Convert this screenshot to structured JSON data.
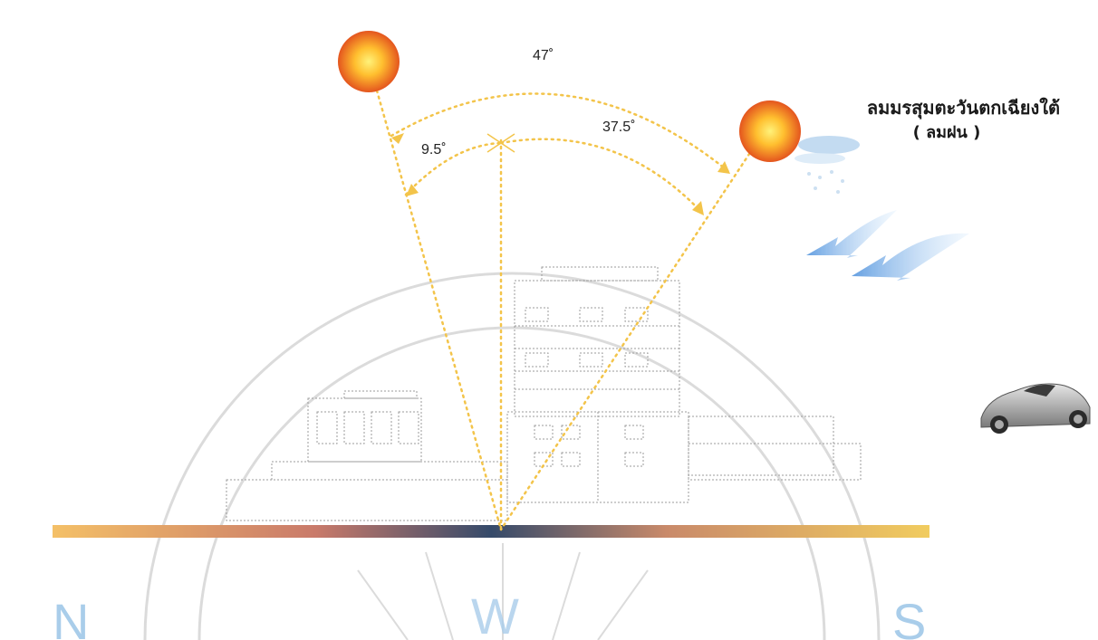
{
  "angles": {
    "total": "47˚",
    "north_offset": "9.5˚",
    "south_offset": "37.5˚"
  },
  "wind": {
    "title": "ลมมรสุมตะวันตกเฉียงใต้",
    "subtitle": "( ลมฝน )"
  },
  "compass": {
    "north": "N",
    "west": "W",
    "south": "S"
  },
  "colors": {
    "sun_core": "#ffe15a",
    "sun_edge": "#e4551e",
    "guide_line": "#f3c44a",
    "ground_left": "#f4c067",
    "ground_mid": "#354a6a",
    "ground_right": "#f1cc5f",
    "wind_arrow": "#6fb2ea",
    "compass_letter": "#a9cdea"
  },
  "icons": [
    "sun-icon",
    "cloud-icon",
    "wind-arrow-icon",
    "car-icon",
    "building-elevation",
    "watermark-seal"
  ]
}
